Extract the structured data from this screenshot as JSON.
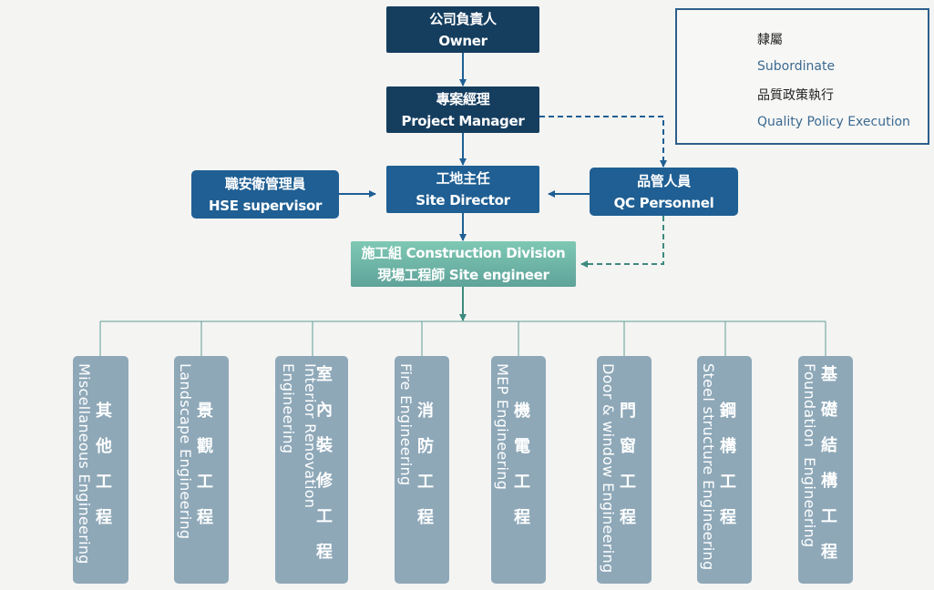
{
  "nodes": {
    "owner": {
      "zh": "公司負責人",
      "en": "Owner"
    },
    "pm": {
      "zh": "專案經理",
      "en": "Project Manager"
    },
    "hse": {
      "zh": "職安衛管理員",
      "en": "HSE supervisor"
    },
    "site": {
      "zh": "工地主任",
      "en": "Site Director"
    },
    "qc": {
      "zh": "品管人員",
      "en": "QC Personnel"
    },
    "construction": {
      "line1": "施工組 Construction Division",
      "line2": "現場工程師 Site engineer"
    }
  },
  "divisions": [
    {
      "zh": "其他工程",
      "en": [
        "Miscellaneous Engineering"
      ]
    },
    {
      "zh": "景觀工程",
      "en": [
        "Landscape Engineering"
      ]
    },
    {
      "zh": "室內裝修工程",
      "en": [
        "Interior Renovation",
        "Engineering"
      ]
    },
    {
      "zh": "消防工程",
      "en": [
        "Fire Engineering"
      ]
    },
    {
      "zh": "機電工程",
      "en": [
        "MEP Engineering"
      ]
    },
    {
      "zh": "門窗工程",
      "en": [
        "Door & window Engineering"
      ]
    },
    {
      "zh": "鋼構工程",
      "en": [
        "Steel structure Engineering"
      ]
    },
    {
      "zh": "基礎結構工程",
      "en": [
        "Foundation  Engineering"
      ]
    }
  ],
  "legend": {
    "solid_zh": "隸屬",
    "solid_en": "Subordinate",
    "dashed_zh": "品質政策執行",
    "dashed_en": "Quality  Policy Execution"
  },
  "colors": {
    "node_dark": "#153d5e",
    "node_blue": "#1f5f93",
    "node_teal": "#6fb5a8",
    "division": "#8ea8b8",
    "connector": "#3d8a7e",
    "arrow": "#1f5f93"
  }
}
